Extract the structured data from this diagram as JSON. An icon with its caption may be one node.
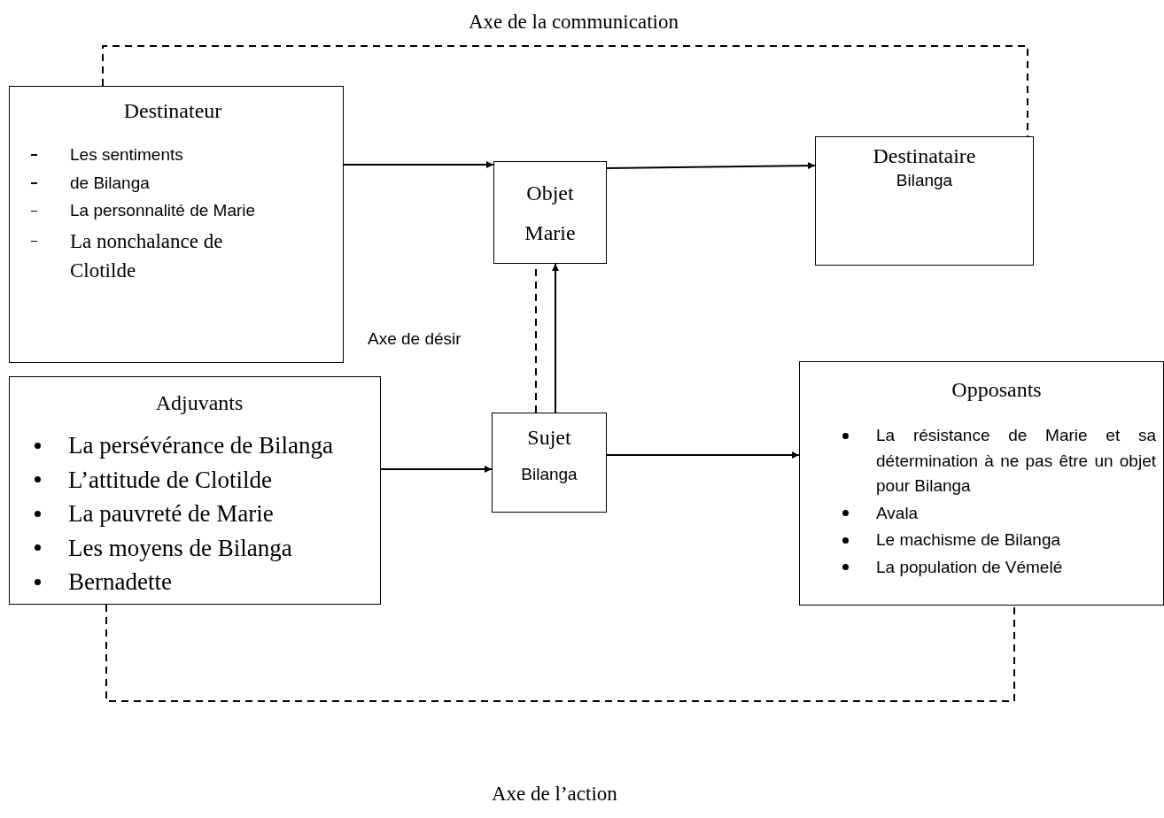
{
  "diagram": {
    "nodes": [
      {
        "text": [
          "Destinateur",
          "Les sentiments",
          "de Bilanga",
          "La personnalité de Marie",
          "La nonchalance de Clotilde"
        ]
      },
      {
        "text": [
          "Objet",
          "Marie"
        ]
      },
      {
        "text": [
          "Destinataire",
          "Bilanga"
        ]
      },
      {
        "text": [
          "Adjuvants",
          "La persévérance de Bilanga",
          "L’attitude de Clotilde",
          "La pauvreté de Marie",
          "Les moyens de Bilanga",
          "Bernadette"
        ]
      },
      {
        "text": [
          "Sujet",
          "Bilanga"
        ]
      },
      {
        "text": [
          "Opposants",
          "La résistance de Marie et sa détermination à ne pas être un objet pour Bilanga",
          "Avala",
          "Le machisme de Bilanga",
          "La population de Vémelé"
        ]
      }
    ],
    "edges": [
      {
        "from": 0,
        "to": 2,
        "arrow": "none",
        "style": "dashed",
        "label": "Axe de la communication"
      },
      {
        "from": 0,
        "to": 1,
        "arrow": "to"
      },
      {
        "from": 1,
        "to": 2,
        "arrow": "to"
      },
      {
        "from": 4,
        "to": 1,
        "arrow": "none",
        "style": "dashed",
        "label": "Axe de désir"
      },
      {
        "from": 4,
        "to": 1,
        "arrow": "to"
      },
      {
        "from": 3,
        "to": 4,
        "arrow": "to"
      },
      {
        "from": 4,
        "to": 5,
        "arrow": "to"
      },
      {
        "from": 3,
        "to": 5,
        "arrow": "none",
        "style": "dashed",
        "label": "Axe de l’action"
      }
    ]
  }
}
